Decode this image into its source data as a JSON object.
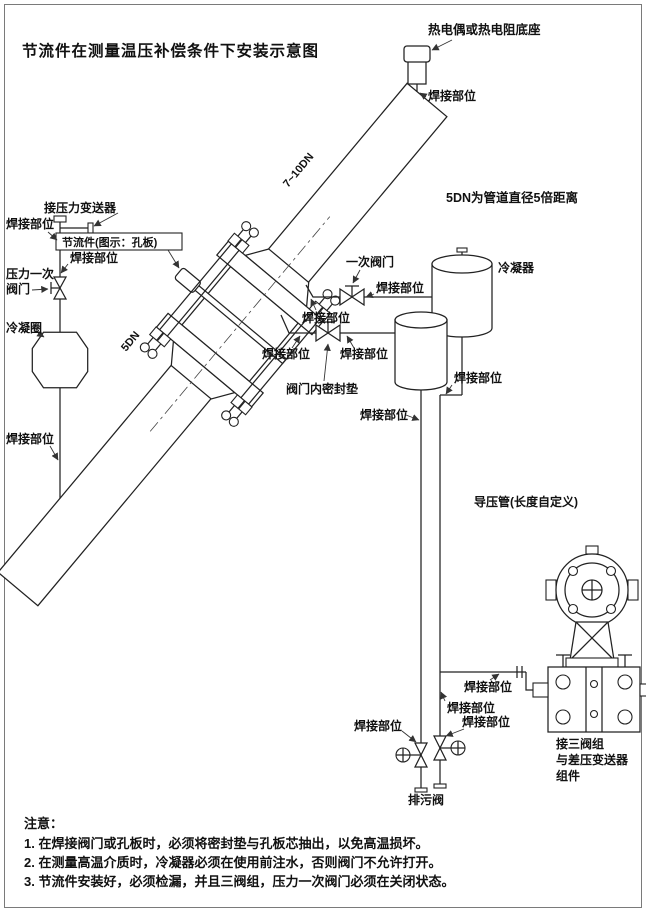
{
  "title": "节流件在测量温压补偿条件下安装示意图",
  "labels": {
    "thermo_base": "热电偶或热电阻底座",
    "weld": "焊接部位",
    "dn_7_10": "7~10DN",
    "dn5_note": "5DN为管道直径5倍距离",
    "dn5": "5DN",
    "connect_pressure_transmitter": "接压力变送器",
    "throttle_box": "节流件(图示：孔板)",
    "pressure_primary_valve_line1": "压力一次",
    "pressure_primary_valve_line2": "阀门",
    "condensing_ring": "冷凝圈",
    "primary_valve": "一次阀门",
    "condenser": "冷凝器",
    "valve_inner_gasket": "阀门内密封垫",
    "impulse_pipe": "导压管(长度自定义)",
    "manifold_line1": "接三阀组",
    "manifold_line2": "与差压变送器",
    "manifold_line3": "组件",
    "drain_valve": "排污阀"
  },
  "notes": {
    "heading": "注意：",
    "item1": "1. 在焊接阀门或孔板时，必须将密封垫与孔板芯抽出，以免高温损坏。",
    "item2": "2. 在测量高温介质时，冷凝器必须在使用前注水，否则阀门不允许打开。",
    "item3": "3. 节流件安装好，必须检漏，并且三阀组，压力一次阀门必须在关闭状态。"
  },
  "colors": {
    "ink": "#1a1a1a",
    "line": "#222222",
    "background": "#ffffff"
  }
}
